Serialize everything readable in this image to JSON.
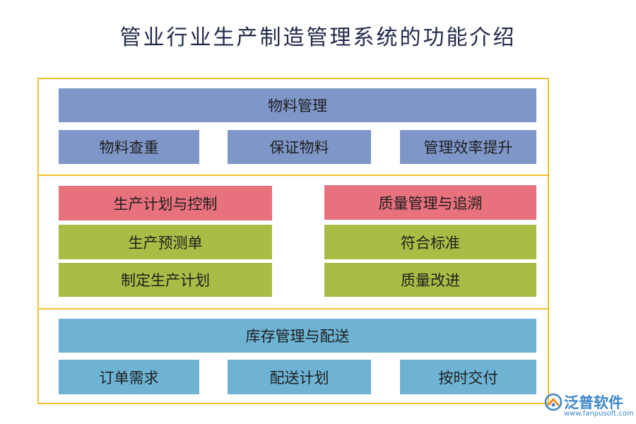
{
  "title": "管业行业生产制造管理系统的功能介绍",
  "sections": {
    "material": {
      "header": "物料管理",
      "items": [
        "物料查重",
        "保证物料",
        "管理效率提升"
      ]
    },
    "production": {
      "header": "生产计划与控制",
      "items": [
        "生产预测单",
        "制定生产计划"
      ]
    },
    "quality": {
      "header": "质量管理与追溯",
      "items": [
        "符合标准",
        "质量改进"
      ]
    },
    "inventory": {
      "header": "库存管理与配送",
      "items": [
        "订单需求",
        "配送计划",
        "按时交付"
      ]
    }
  },
  "colors": {
    "frame": "#f2c12e",
    "material": "#7f97c8",
    "header_red": "#e7717d",
    "green": "#a9bc45",
    "inventory": "#6eb3d4"
  },
  "logo": {
    "icon": "fanpu-logo-icon",
    "name": "泛普软件",
    "url": "www.fanpusoft.com"
  }
}
